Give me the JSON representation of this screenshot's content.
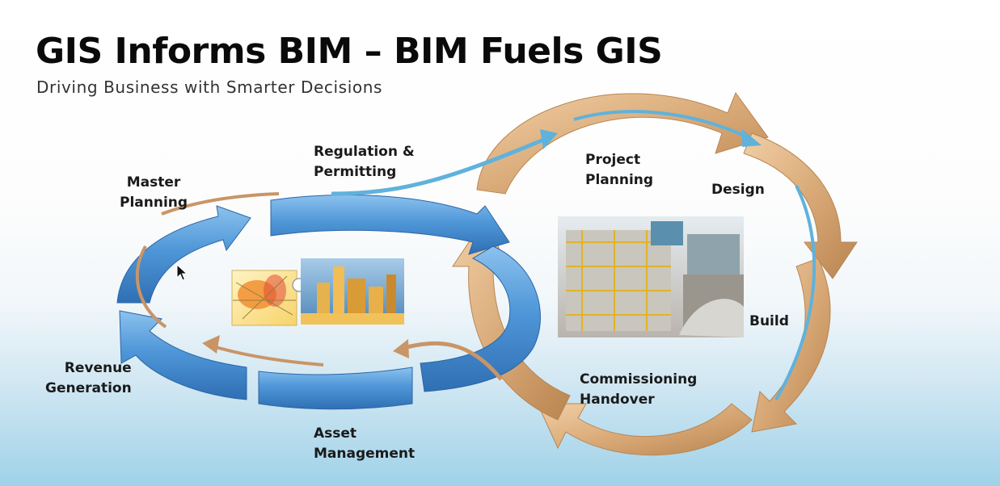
{
  "title": "GIS Informs BIM – BIM Fuels GIS",
  "subtitle": "Driving Business with Smarter Decisions",
  "left_cycle": {
    "color": "#4f97d8",
    "stages": [
      {
        "line1": "Master",
        "line2": "Planning"
      },
      {
        "line1": "Regulation &",
        "line2": "Permitting"
      },
      {
        "line1": "Revenue",
        "line2": "Generation"
      },
      {
        "line1": "Asset",
        "line2": "Management"
      }
    ]
  },
  "right_cycle": {
    "color": "#d9aa78",
    "stages": [
      {
        "line1": "Project",
        "line2": "Planning"
      },
      {
        "line1": "Design",
        "line2": ""
      },
      {
        "line1": "Build",
        "line2": ""
      },
      {
        "line1": "Commissioning",
        "line2": "Handover"
      }
    ]
  },
  "images": {
    "left": "gis-map-and-city-model-image",
    "right": "construction-site-photo"
  },
  "icons": {
    "cursor": "mouse-pointer-icon"
  }
}
